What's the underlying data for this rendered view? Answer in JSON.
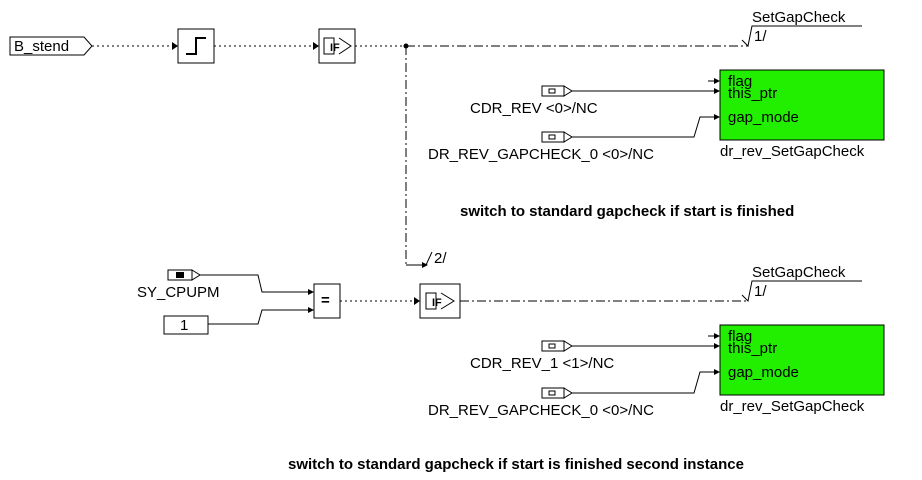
{
  "inputs": {
    "b_stend": "B_stend",
    "sy_cpupm": "SY_CPUPM",
    "const_one": "1"
  },
  "branches": {
    "first": "1/",
    "second": "2/"
  },
  "instance1": {
    "output_label": "SetGapCheck",
    "output_index": "1/",
    "cdr_input": "CDR_REV <0>/NC",
    "gapcheck_input": "DR_REV_GAPCHECK_0 <0>/NC",
    "port_flag": "flag",
    "port_this": "this_ptr",
    "port_gap": "gap_mode",
    "block_name": "dr_rev_SetGapCheck",
    "comment": "switch to standard gapcheck if start is finished"
  },
  "instance2": {
    "output_label": "SetGapCheck",
    "output_index": "1/",
    "cdr_input": "CDR_REV_1 <1>/NC",
    "gapcheck_input": "DR_REV_GAPCHECK_0 <0>/NC",
    "port_flag": "flag",
    "port_this": "this_ptr",
    "port_gap": "gap_mode",
    "block_name": "dr_rev_SetGapCheck",
    "comment": "switch to standard gapcheck if start is finished second instance"
  },
  "blocks": {
    "if_symbol": "IF",
    "eq_symbol": "="
  },
  "colors": {
    "function_block": "#22ee00",
    "line": "#000000",
    "background": "#ffffff"
  }
}
